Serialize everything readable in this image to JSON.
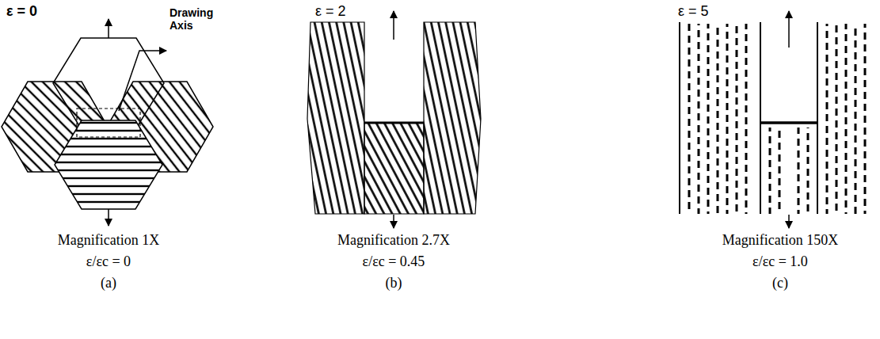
{
  "diagram": {
    "labels": [
      "ε = 0",
      "Drawing Axis",
      "Magnification 1X",
      "ε/εc = 0",
      "(a)",
      "ε = 2",
      "Magnification 2.7X",
      "ε/εc = 0.45",
      "(b)",
      "ε = 5",
      "Magnification 150X",
      "ε/εc = 1.0",
      "(c)"
    ]
  }
}
